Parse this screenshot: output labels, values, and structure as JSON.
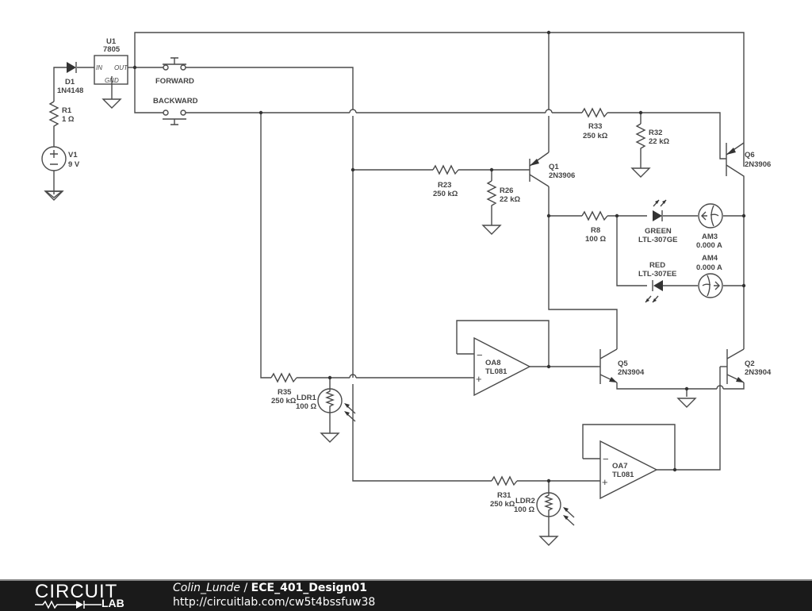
{
  "schematic": {
    "components": {
      "U1": {
        "ref": "U1",
        "value": "7805",
        "pin_in": "IN",
        "pin_out": "OUT",
        "pin_gnd": "GND"
      },
      "D1": {
        "ref": "D1",
        "value": "1N4148"
      },
      "R1": {
        "ref": "R1",
        "value": "1 Ω"
      },
      "V1": {
        "ref": "V1",
        "value": "9 V"
      },
      "SW_FWD": {
        "label": "FORWARD"
      },
      "SW_BWD": {
        "label": "BACKWARD"
      },
      "R23": {
        "ref": "R23",
        "value": "250 kΩ"
      },
      "R26": {
        "ref": "R26",
        "value": "22 kΩ"
      },
      "Q1": {
        "ref": "Q1",
        "value": "2N3906"
      },
      "R33": {
        "ref": "R33",
        "value": "250 kΩ"
      },
      "R32": {
        "ref": "R32",
        "value": "22 kΩ"
      },
      "Q6": {
        "ref": "Q6",
        "value": "2N3906"
      },
      "R8": {
        "ref": "R8",
        "value": "100 Ω"
      },
      "LED_G": {
        "ref": "GREEN",
        "value": "LTL-307GE"
      },
      "LED_R": {
        "ref": "RED",
        "value": "LTL-307EE"
      },
      "AM3": {
        "ref": "AM3",
        "value": "0.000 A"
      },
      "AM4": {
        "ref": "AM4",
        "value": "0.000 A"
      },
      "OA8": {
        "ref": "OA8",
        "value": "TL081"
      },
      "Q5": {
        "ref": "Q5",
        "value": "2N3904"
      },
      "Q2": {
        "ref": "Q2",
        "value": "2N3904"
      },
      "R35": {
        "ref": "R35",
        "value": "250 kΩ"
      },
      "LDR1": {
        "ref": "LDR1",
        "value": "100 Ω"
      },
      "OA7": {
        "ref": "OA7",
        "value": "TL081"
      },
      "R31": {
        "ref": "R31",
        "value": "250 kΩ"
      },
      "LDR2": {
        "ref": "LDR2",
        "value": "100 Ω"
      }
    },
    "opamp_minus": "−",
    "opamp_plus": "+"
  },
  "footer": {
    "logo_top": "CIRCUIT",
    "logo_bottom": "LAB",
    "author": "Colin_Lunde",
    "separator": " / ",
    "project": "ECE_401_Design01",
    "url": "http://circuitlab.com/cw5t4bssfuw38"
  }
}
